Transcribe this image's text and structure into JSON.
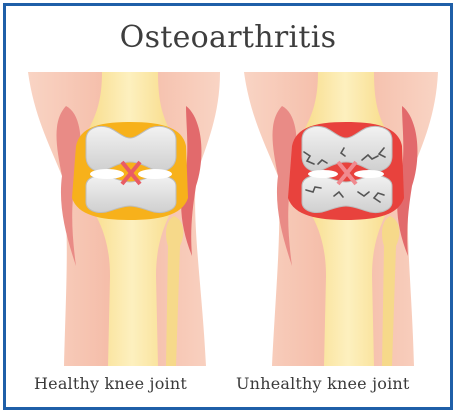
{
  "title": "Osteoarthritis",
  "panels": {
    "healthy": {
      "caption": "Healthy knee joint"
    },
    "unhealthy": {
      "caption": "Unhealthy knee joint"
    }
  },
  "colors": {
    "border": "#1f5fa8",
    "skin": "#f6c4b2",
    "muscle": "#e0636b",
    "bone": "#fbe8a6",
    "cartilage": "#e7e7e7",
    "healthy_synovium": "#f7b11b",
    "inflamed_synovium": "#e8423d"
  }
}
